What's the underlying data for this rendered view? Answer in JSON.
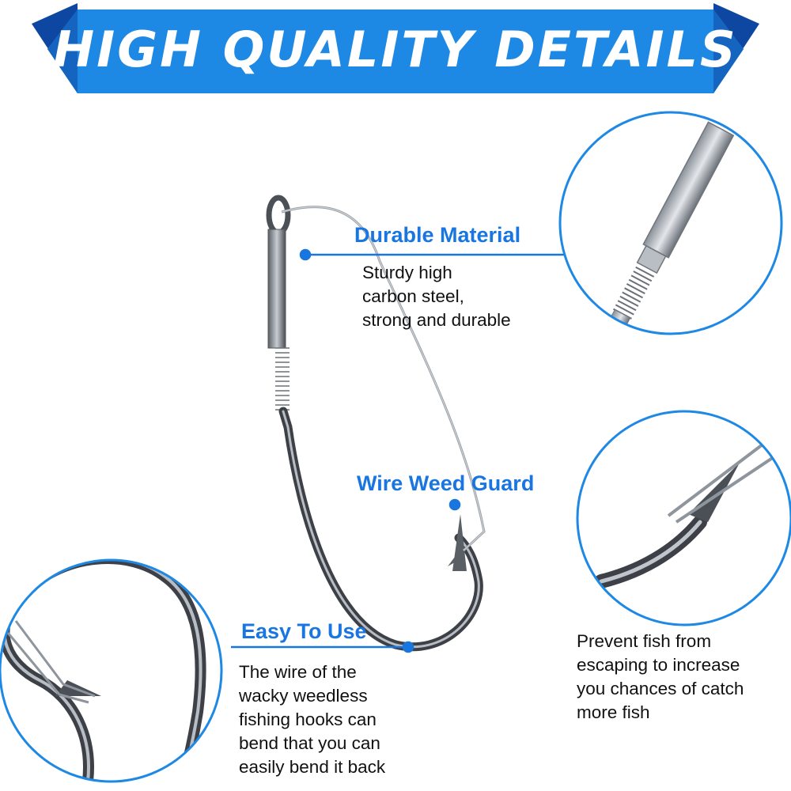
{
  "banner": {
    "title": "HIGH QUALITY DETAILS",
    "color": "#1e88e5",
    "shadow_color": "#0d47a1"
  },
  "accent_color": "#1976e0",
  "callouts": [
    {
      "label": "Durable Material",
      "description_lines": [
        "Sturdy high",
        "carbon steel,",
        "strong and durable"
      ]
    },
    {
      "label": "Wire Weed Guard",
      "description_lines": []
    },
    {
      "label": "Easy To Use",
      "description_lines": [
        "The wire of the",
        "wacky weedless",
        "fishing hooks can",
        "bend that you can",
        "easily bend it back"
      ]
    },
    {
      "label": "",
      "description_lines": [
        "Prevent fish from",
        "escaping to increase",
        "you chances of catch",
        "more fish"
      ]
    }
  ],
  "icons": [
    "fishing-hook-icon",
    "hook-shank-closeup-icon",
    "hook-barb-closeup-icon",
    "hook-bend-closeup-icon"
  ]
}
